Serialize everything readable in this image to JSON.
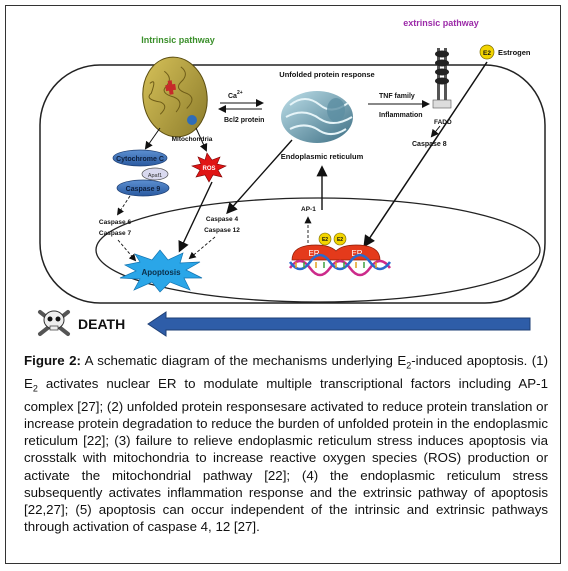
{
  "diagram": {
    "intrinsic_label": "Intrinsic pathway",
    "extrinsic_label": "extrinsic pathway",
    "e2_badge": "E2",
    "estrogen_label": "Estrogen",
    "upr_label": "Unfolded protein response",
    "ca_label": "Ca",
    "ca_sup": "2+",
    "bcl2_label": "Bcl2 protein",
    "tnf_label": "TNF family",
    "inflammation_label": "Inflammation",
    "fadd_label": "FADD",
    "caspase8_label": "Caspase 8",
    "mitochondria_label": "Mitochondria",
    "cytochrome_label": "Cytochrome C",
    "apaf1_label": "Apaf1",
    "caspase9_label": "Caspase 9",
    "ros_label": "ROS",
    "er_label": "Endoplasmic reticulum",
    "caspase4_label": "Caspase 4",
    "caspase12_label": "Caspase 12",
    "caspase6_label": "Caspase 6",
    "caspase7_label": "Caspase 7",
    "ap1_label": "AP-1",
    "er_receptor_label": "ER",
    "apoptosis_label": "Apoptosis",
    "death_label": "DEATH"
  },
  "caption": {
    "figure_label": "Figure 2:",
    "part1": " A schematic diagram of the mechanisms underlying E",
    "sub1": "2",
    "part2": "-induced apoptosis. (1) E",
    "sub2": "2",
    "part3": " activates nuclear ER to modulate multiple transcriptional factors including AP-1 complex [27]; (2) unfolded protein responsesare activated to reduce protein translation or increase protein degradation to reduce the burden of unfolded protein in the endoplasmic reticulum [22]; (3) failure to relieve endoplasmic reticulum stress induces apoptosis via crosstalk with mitochondria to increase reactive oxygen species (ROS) production or activate the mitochondrial pathway [22]; (4) the endoplasmic reticulum stress subsequently activates inflammation response and the extrinsic pathway of apoptosis [22,27]; (5) apoptosis can occur independent of the intrinsic and extrinsic pathways through activation of caspase 4, 12 [27]."
  }
}
